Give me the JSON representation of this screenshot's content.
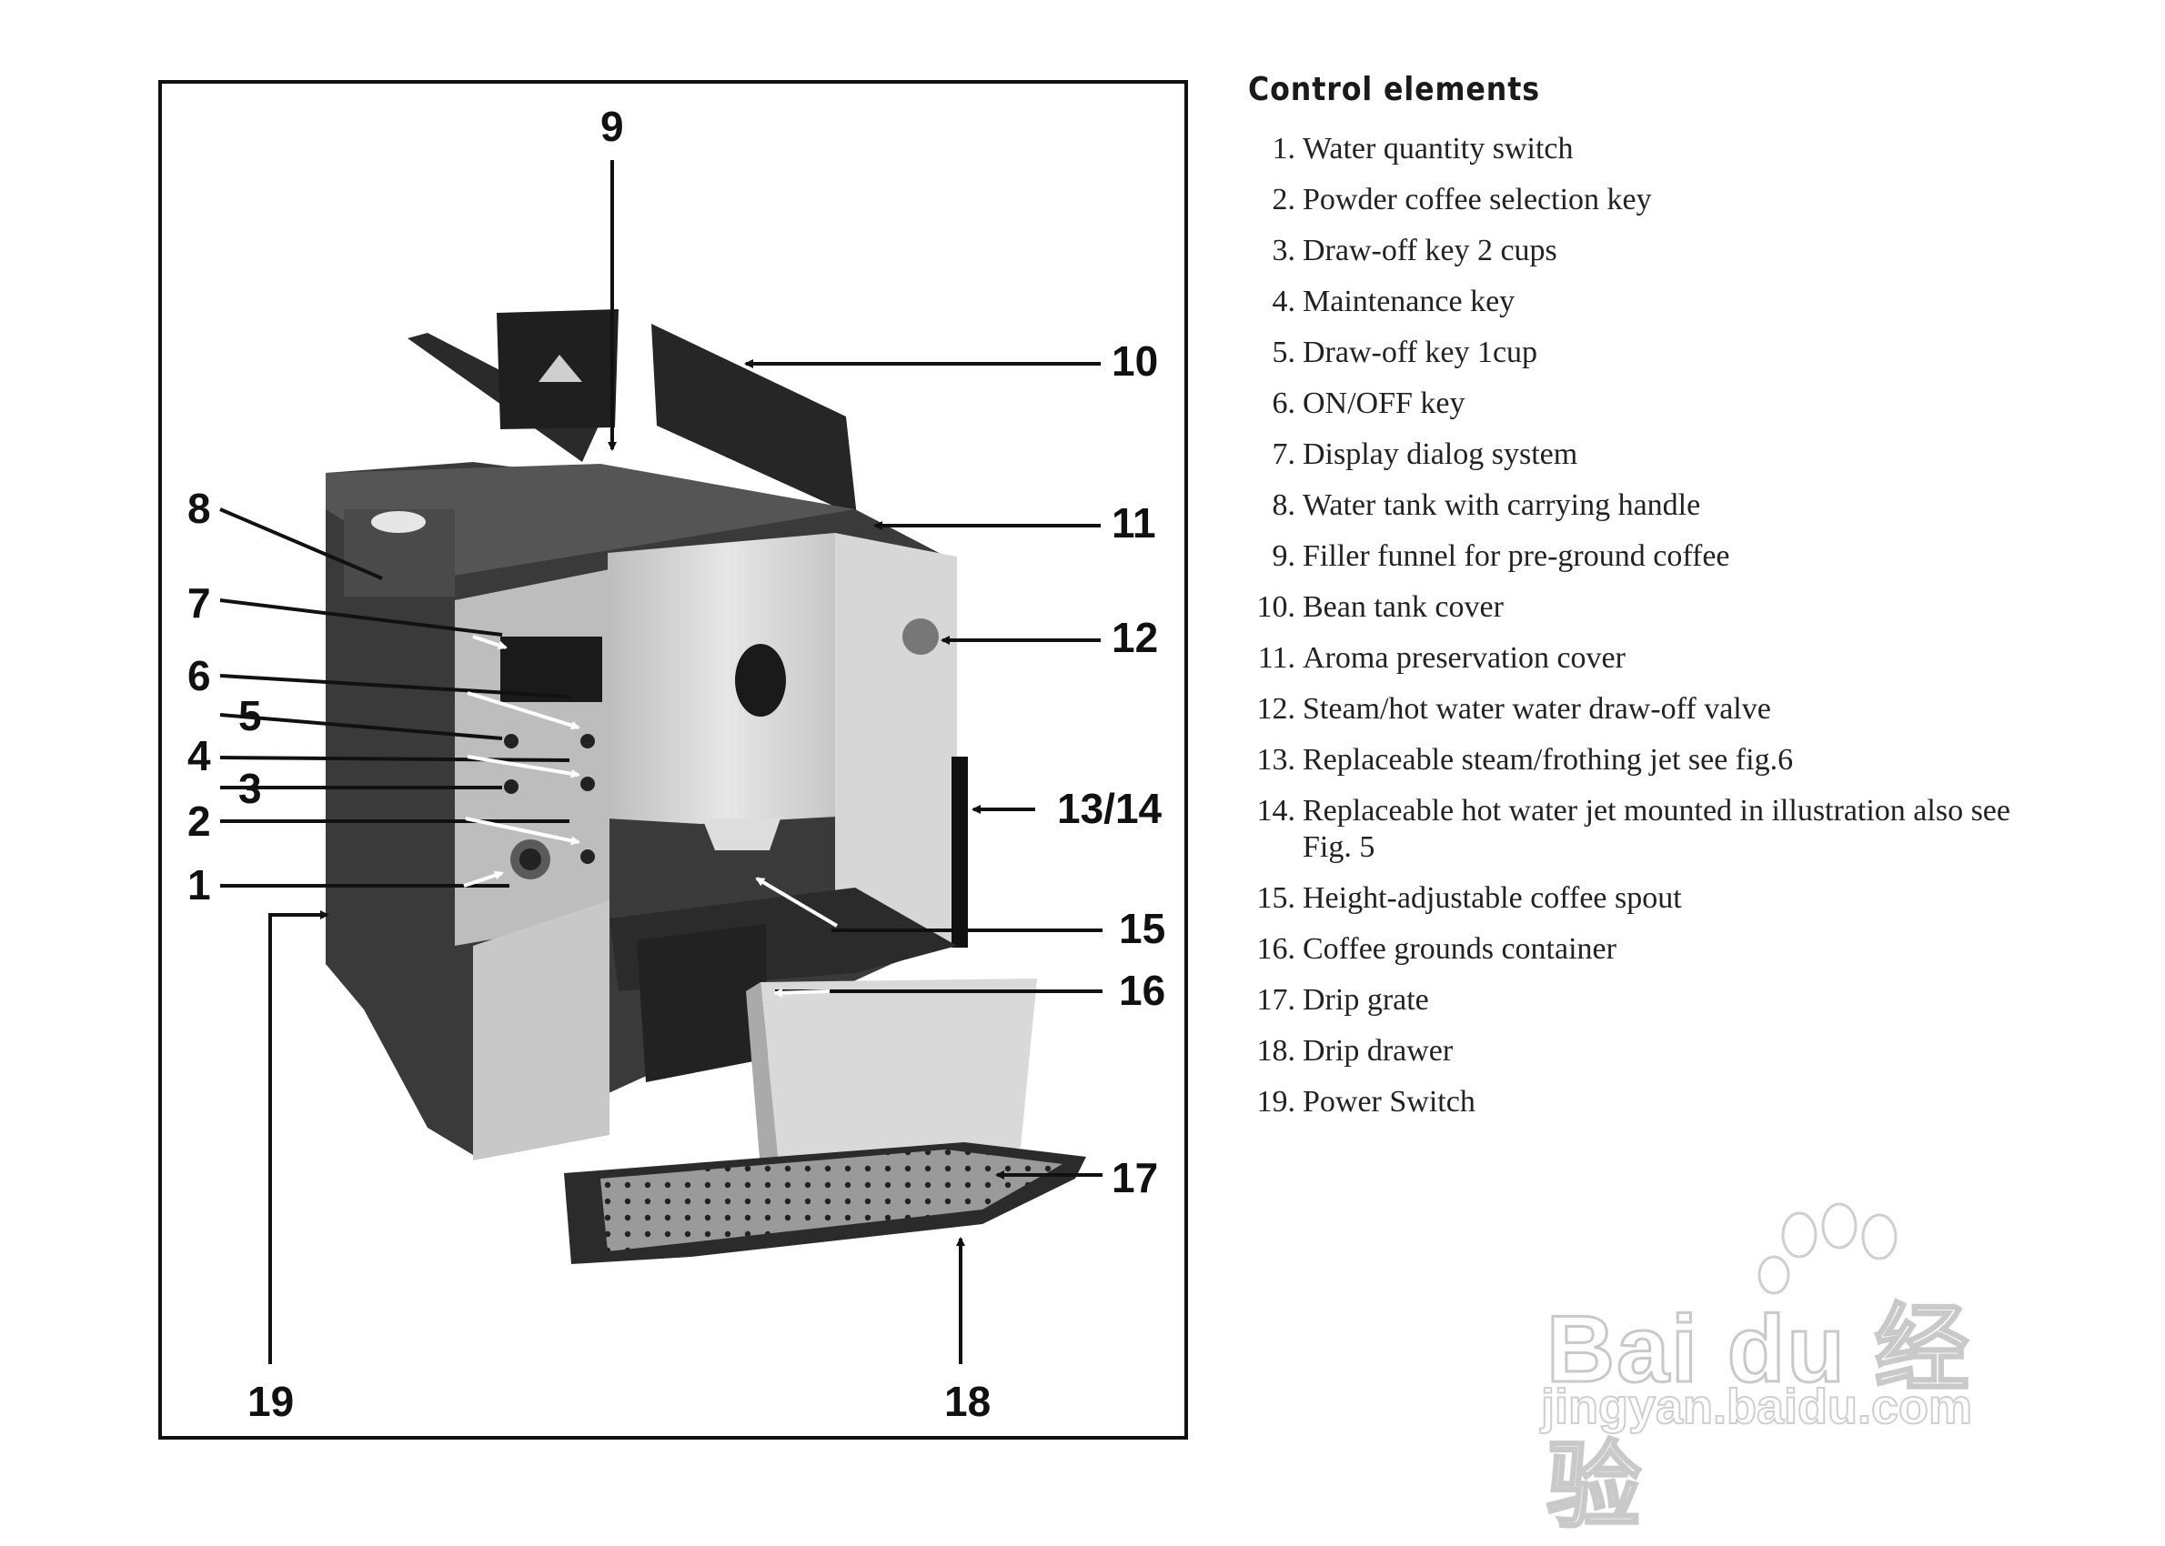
{
  "callouts": {
    "c1": "1",
    "c2": "2",
    "c3": "3",
    "c4": "4",
    "c5": "5",
    "c6": "6",
    "c7": "7",
    "c8": "8",
    "c9": "9",
    "c10": "10",
    "c11": "11",
    "c12": "12",
    "c13_14": "13/14",
    "c15": "15",
    "c16": "16",
    "c17": "17",
    "c18": "18",
    "c19": "19"
  },
  "legend": {
    "title": "Control elements",
    "items": [
      {
        "num": "1.",
        "text": "Water quantity switch"
      },
      {
        "num": "2.",
        "text": "Powder coffee selection key"
      },
      {
        "num": "3.",
        "text": "Draw-off key 2 cups"
      },
      {
        "num": "4.",
        "text": "Maintenance key"
      },
      {
        "num": "5.",
        "text": "Draw-off key 1cup"
      },
      {
        "num": "6.",
        "text": "ON/OFF key"
      },
      {
        "num": "7.",
        "text": "Display dialog system"
      },
      {
        "num": "8.",
        "text": "Water tank with carrying handle"
      },
      {
        "num": "9.",
        "text": "Filler funnel for pre-ground coffee"
      },
      {
        "num": "10.",
        "text": "Bean tank cover"
      },
      {
        "num": "11.",
        "text": "Aroma preservation cover"
      },
      {
        "num": "12.",
        "text": "Steam/hot water water draw-off valve"
      },
      {
        "num": "13.",
        "text": "Replaceable steam/frothing jet see fig.6"
      },
      {
        "num": "14.",
        "text": "Replaceable hot water jet mounted in illustration also see Fig. 5"
      },
      {
        "num": "15.",
        "text": "Height-adjustable coffee  spout"
      },
      {
        "num": "16.",
        "text": "Coffee grounds container"
      },
      {
        "num": "17.",
        "text": "Drip grate"
      },
      {
        "num": "18.",
        "text": "Drip drawer"
      },
      {
        "num": "19.",
        "text": "Power Switch"
      }
    ]
  },
  "watermark": {
    "logo": "Bai du 经验",
    "url": "jingyan.baidu.com"
  },
  "colors": {
    "frame": "#111111",
    "machine_dark": "#2e2e2e",
    "machine_silver": "#d6d6d6",
    "text": "#222222"
  }
}
